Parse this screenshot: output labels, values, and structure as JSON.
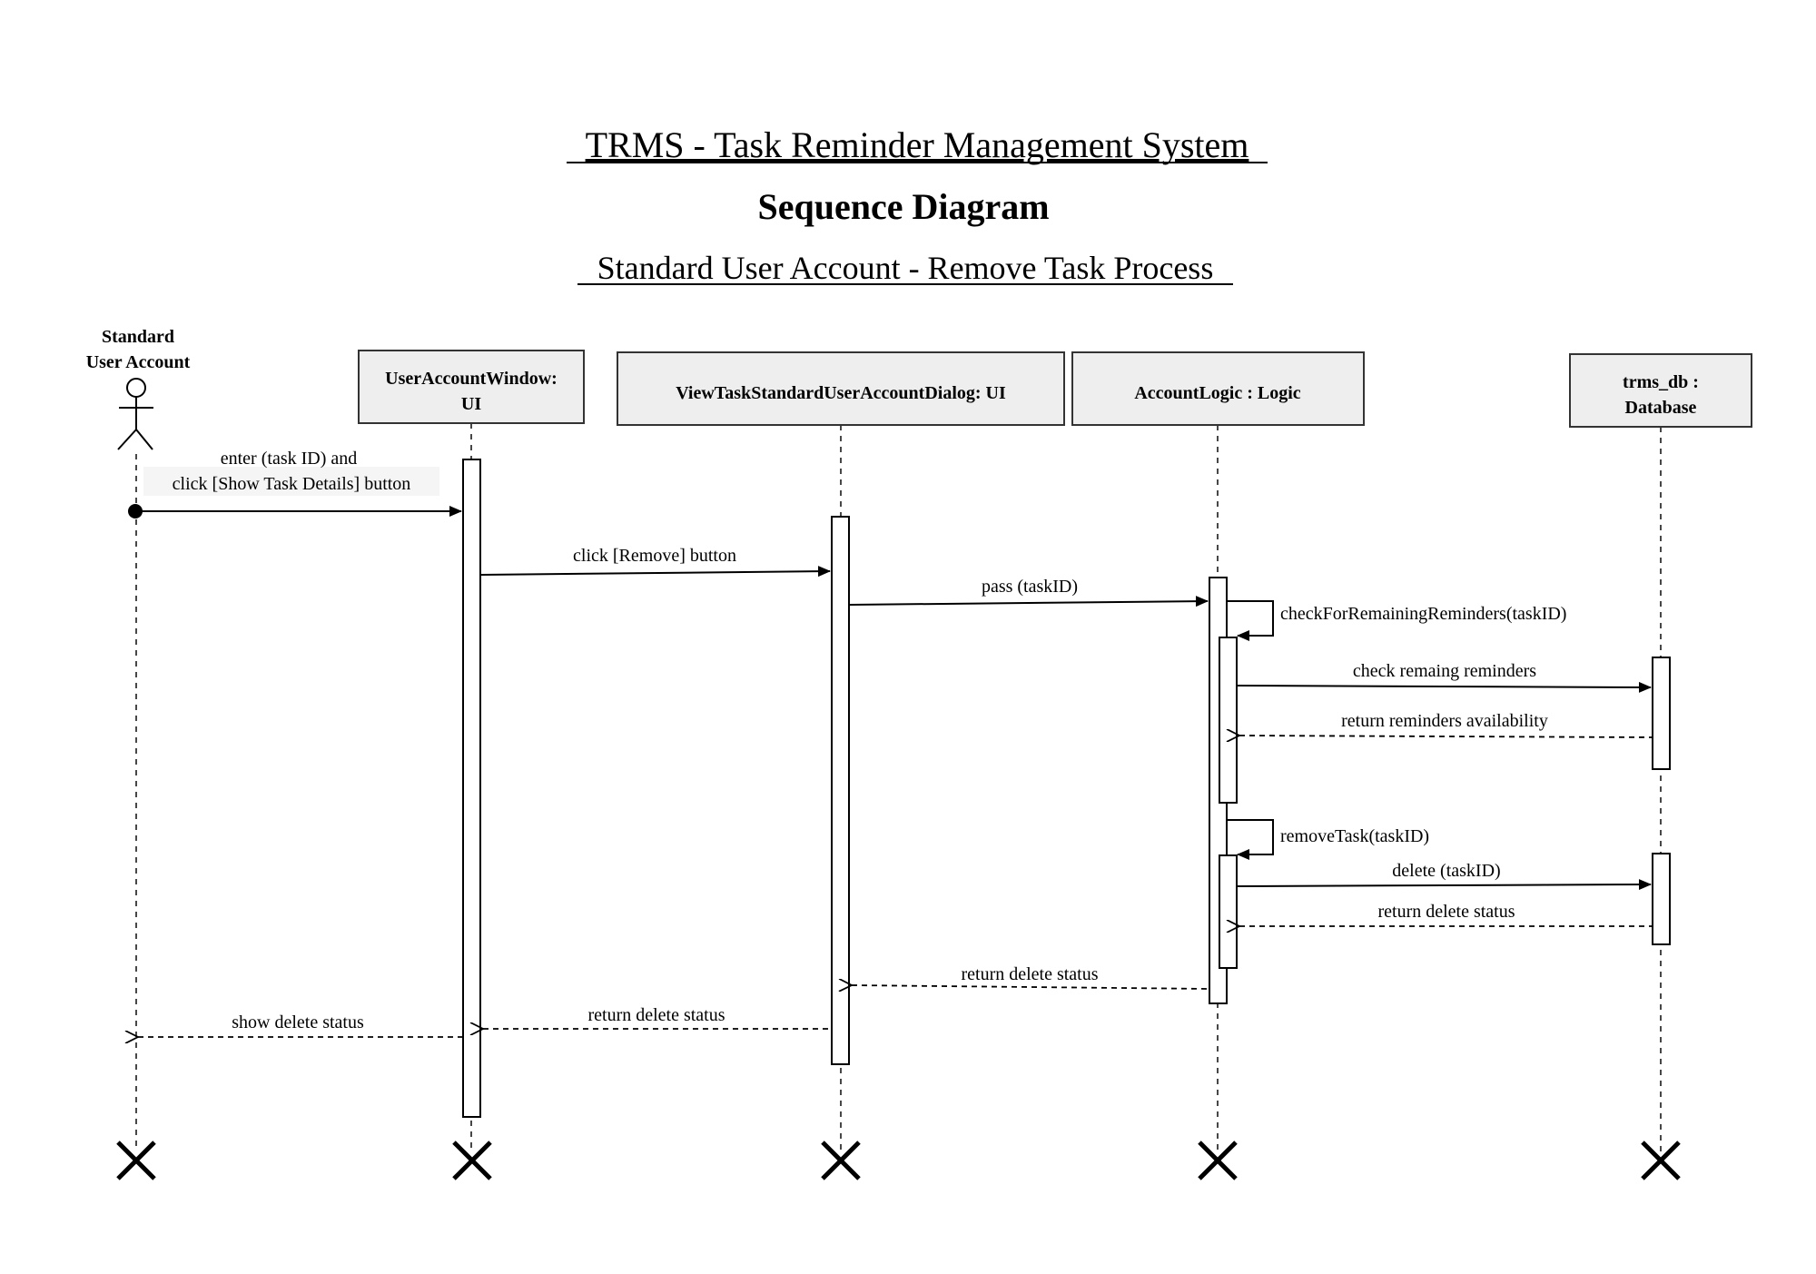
{
  "header": {
    "title": "TRMS - Task Reminder Management System",
    "subtitle": "Sequence Diagram",
    "process": "Standard User Account - Remove Task Process"
  },
  "actor": {
    "line1": "Standard",
    "line2": "User Account"
  },
  "participants": [
    {
      "line1": "UserAccountWindow:",
      "line2": "UI"
    },
    {
      "line1": "ViewTaskStandardUserAccountDialog: UI",
      "line2": ""
    },
    {
      "line1": "AccountLogic : Logic",
      "line2": ""
    },
    {
      "line1": "trms_db :",
      "line2": "Database"
    }
  ],
  "messages": {
    "m1_line1": "enter (task ID) and",
    "m1_line2": "click [Show Task Details] button",
    "m2": "click [Remove] button",
    "m3": "pass (taskID)",
    "m4": "checkForRemainingReminders(taskID)",
    "m5": "check remaing reminders",
    "m6": "return reminders availability",
    "m7": "removeTask(taskID)",
    "m8": "delete (taskID)",
    "m9": "return delete status",
    "m10": "return delete status",
    "m11": "return delete status",
    "m12": "show delete status"
  }
}
